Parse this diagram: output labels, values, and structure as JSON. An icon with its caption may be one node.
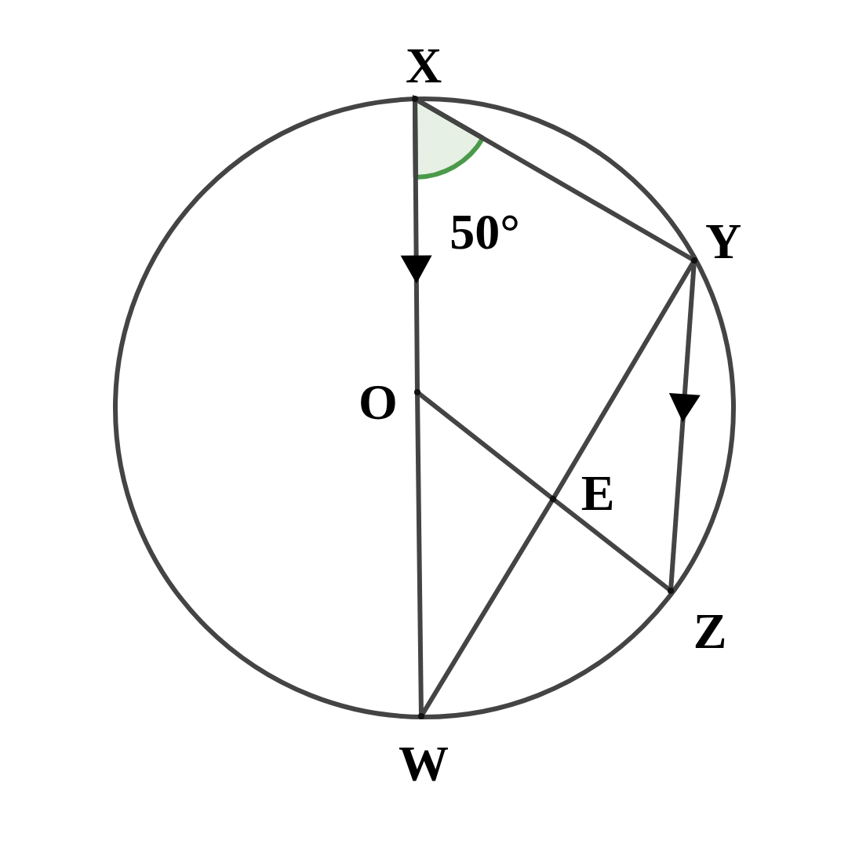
{
  "diagram": {
    "nodes": [
      {
        "text": [
          "X"
        ]
      },
      {
        "text": [
          "Y"
        ]
      },
      {
        "text": [
          "O"
        ]
      },
      {
        "text": [
          "E"
        ]
      },
      {
        "text": [
          "Z"
        ]
      },
      {
        "text": [
          "W"
        ]
      }
    ],
    "edges": [
      {
        "from": 0,
        "to": 2,
        "arrow": "to"
      },
      {
        "from": 2,
        "to": 5,
        "arrow": "none"
      },
      {
        "from": 0,
        "to": 1,
        "arrow": "none"
      },
      {
        "from": 1,
        "to": 3,
        "arrow": "none"
      },
      {
        "from": 3,
        "to": 5,
        "arrow": "none"
      },
      {
        "from": 2,
        "to": 3,
        "arrow": "none"
      },
      {
        "from": 3,
        "to": 4,
        "arrow": "none"
      },
      {
        "from": 1,
        "to": 4,
        "arrow": "to"
      }
    ],
    "labels": [
      "50°"
    ]
  }
}
